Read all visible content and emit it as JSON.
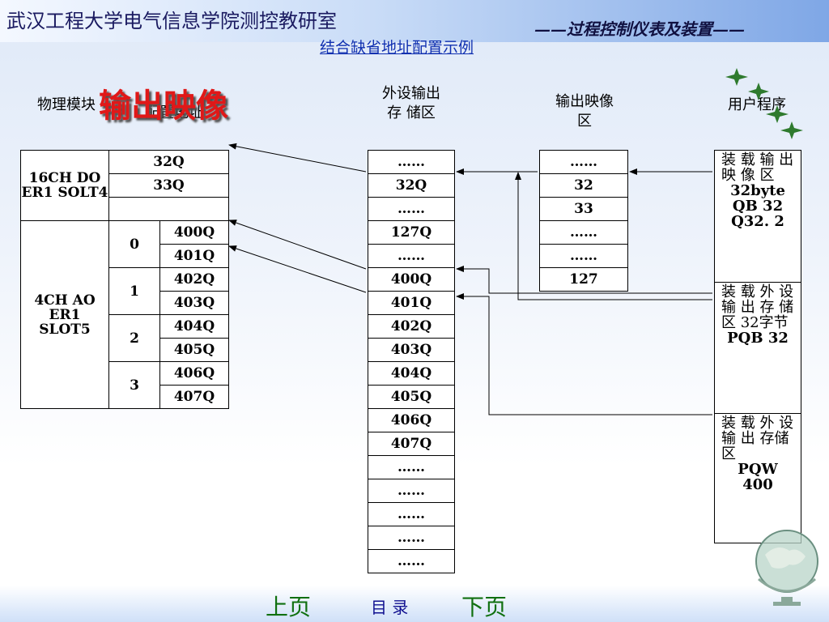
{
  "header": {
    "org": "武汉工程大学电气信息学院测控教研室",
    "course": "——过程控制仪表及装置——",
    "subtitle": "结合缺省地址配置示例"
  },
  "big_title": "输出映像",
  "labels": {
    "physical_module": "物理模块",
    "config_address": "配置地址",
    "peripheral_storage": "外设输出存 储区",
    "output_image": "输出映像 区",
    "user_program": "用户程序"
  },
  "module_table": {
    "module1": {
      "name": "16CH DO ER1 SOLT4",
      "rows": [
        "32Q",
        "33Q",
        ""
      ]
    },
    "module2": {
      "name": "4CH AO ER1 SLOT5",
      "channels": [
        {
          "ch": "0",
          "addrs": [
            "400Q",
            "401Q"
          ]
        },
        {
          "ch": "1",
          "addrs": [
            "402Q",
            "403Q"
          ]
        },
        {
          "ch": "2",
          "addrs": [
            "404Q",
            "405Q"
          ]
        },
        {
          "ch": "3",
          "addrs": [
            "406Q",
            "407Q"
          ]
        }
      ]
    }
  },
  "peripheral_column": [
    "……",
    "32Q",
    "……",
    "127Q",
    "……",
    "400Q",
    "401Q",
    "402Q",
    "403Q",
    "404Q",
    "405Q",
    "406Q",
    "407Q",
    "……",
    "……",
    "……",
    "……",
    "……"
  ],
  "image_column": [
    "……",
    "32",
    "33",
    "……",
    "……",
    "127"
  ],
  "user_program_blocks": [
    {
      "text": "装 载 输 出 映 像 区",
      "code": "32byte QB 32 Q32. 2"
    },
    {
      "text": "装 载 外 设 输 出 存 储 区 32字节",
      "code": "PQB 32"
    },
    {
      "text": "装 载 外 设 输 出 存储区",
      "code": "PQW 400"
    }
  ],
  "nav": {
    "prev": "上页",
    "toc": "目 录",
    "next": "下页"
  },
  "colors": {
    "title_red": "#e01818",
    "link_blue": "#1030b0",
    "nav_green": "#107010"
  }
}
